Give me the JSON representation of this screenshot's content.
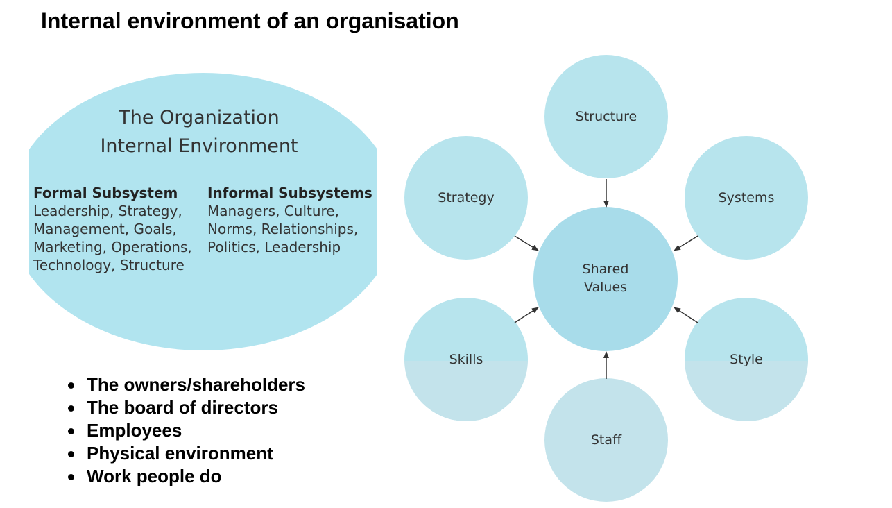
{
  "title": "Internal environment of an organisation",
  "organization": {
    "title_line1": "The Organization",
    "title_line2": "Internal Environment",
    "formal": {
      "heading": "Formal Subsystem",
      "lines": [
        "Leadership, Strategy,",
        "Management, Goals,",
        "Marketing, Operations,",
        "Technology, Structure"
      ]
    },
    "informal": {
      "heading": "Informal Subsystems",
      "lines": [
        "Managers, Culture,",
        "Norms, Relationships,",
        "Politics, Leadership"
      ]
    }
  },
  "bullets": [
    "The owners/shareholders",
    "The board of directors",
    "Employees",
    "Physical environment",
    "Work people do"
  ],
  "model": {
    "center": {
      "line1": "Shared",
      "line2": "Values"
    },
    "nodes": {
      "structure": "Structure",
      "strategy": "Strategy",
      "systems": "Systems",
      "skills": "Skills",
      "style": "Style",
      "staff": "Staff"
    }
  },
  "colors": {
    "ellipse": "#b1e4ef",
    "node": "#b7e4ed",
    "node_lower": "#c3e3eb",
    "center": "#a8dcea",
    "arrow": "#333333"
  }
}
